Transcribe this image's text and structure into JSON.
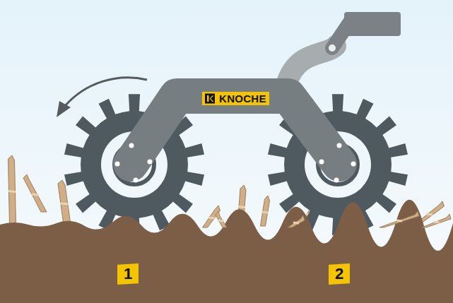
{
  "diagram": {
    "labels": [
      "KNOCHE",
      "1",
      "2"
    ]
  }
}
